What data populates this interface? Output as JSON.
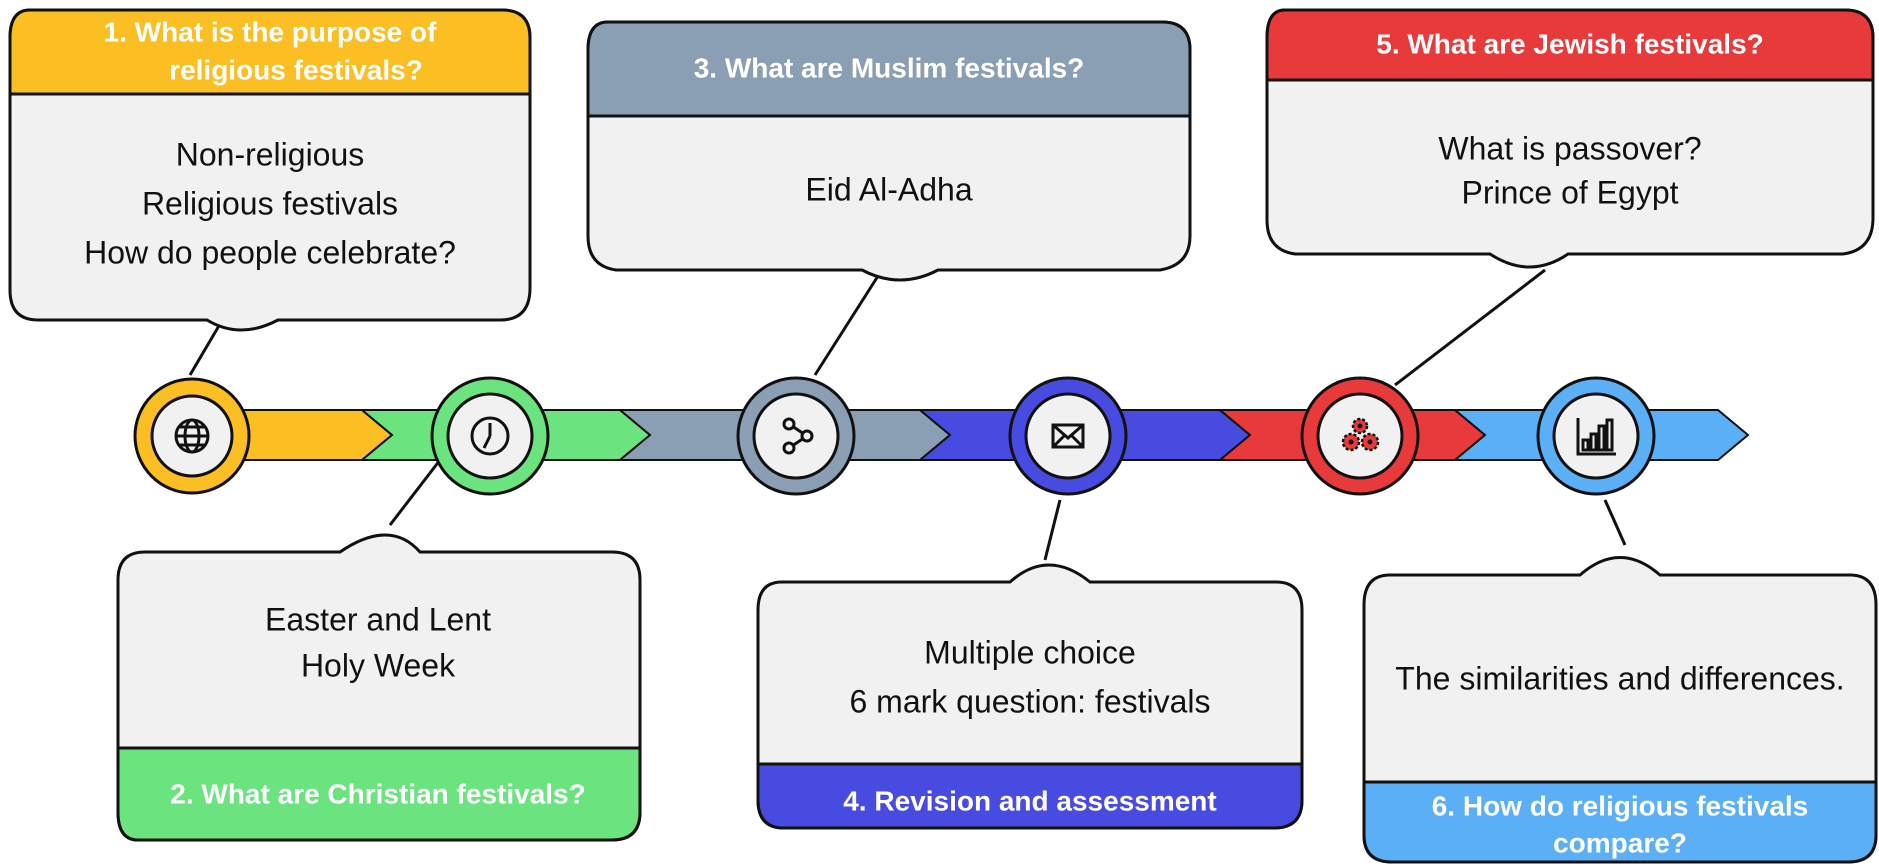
{
  "timeline": {
    "colors": {
      "yellow": "#FBBF24",
      "green": "#6BE37F",
      "slate": "#8A9FB3",
      "indigo": "#474BE0",
      "red": "#E83A3A",
      "sky": "#5AAFF7",
      "card_fill": "#F1F1F1",
      "outline": "#111111"
    },
    "steps": [
      {
        "title_lines": [
          "1. What is the purpose of",
          "religious festivals?"
        ],
        "body_lines": [
          "Non-religious",
          "Religious festivals",
          "How do people celebrate?"
        ],
        "icon": "globe-icon",
        "color": "#FBBF24"
      },
      {
        "title_lines": [
          "2. What are Christian festivals?"
        ],
        "body_lines": [
          "Easter and Lent",
          "Holy Week"
        ],
        "icon": "clock-icon",
        "color": "#6BE37F"
      },
      {
        "title_lines": [
          "3.  What are Muslim festivals?"
        ],
        "body_lines": [
          "Eid Al-Adha"
        ],
        "icon": "share-icon",
        "color": "#8A9FB3"
      },
      {
        "title_lines": [
          "4. Revision and assessment"
        ],
        "body_lines": [
          "Multiple choice",
          "6 mark question: festivals"
        ],
        "icon": "envelope-icon",
        "color": "#474BE0"
      },
      {
        "title_lines": [
          "5. What are Jewish festivals?"
        ],
        "body_lines": [
          "What is passover?",
          "Prince of Egypt"
        ],
        "icon": "gears-icon",
        "color": "#E83A3A"
      },
      {
        "title_lines": [
          "6. How do religious festivals",
          "compare?"
        ],
        "body_lines": [
          "The similarities and differences."
        ],
        "icon": "bar-chart-icon",
        "color": "#5AAFF7"
      }
    ]
  }
}
